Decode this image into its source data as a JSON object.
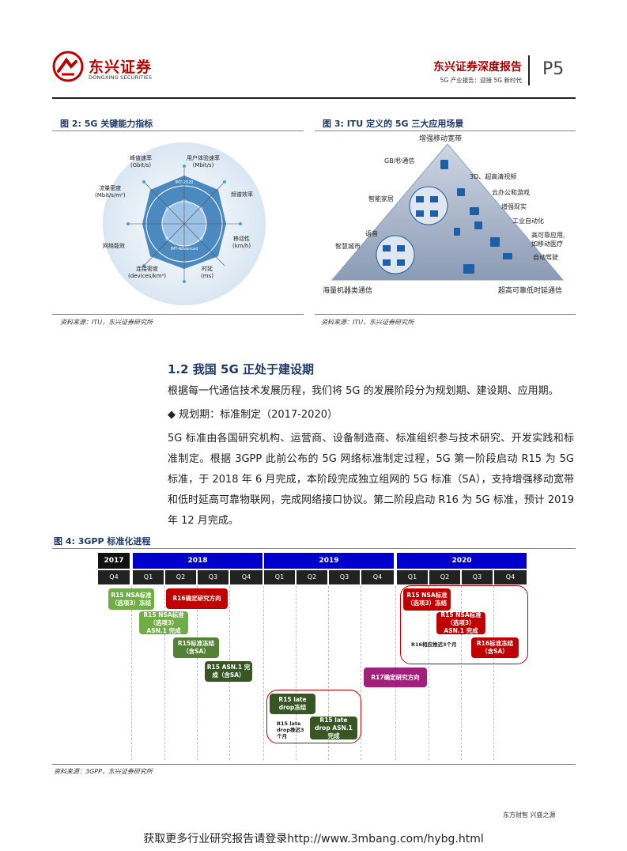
{
  "header": {
    "brand_name": "东兴证券",
    "brand_sub": "DONGXING SECURITIES",
    "report_title": "东兴证券深度报告",
    "report_subtitle": "5G 产业报告：迎接 5G 新时代",
    "page_number": "P5",
    "brand_color": "#c00000"
  },
  "fig2": {
    "title": "图 2: 5G 关键能力指标",
    "axes": [
      "峰值速率\n(Gbit/s)",
      "用户体验速率\n(Mbit/s)",
      "频谱效率",
      "移动性\n(km/h)",
      "时延\n(ms)",
      "连接密度\n(devices/km²)",
      "网络能效",
      "流量密度\n(Mbit/s/m²)"
    ],
    "ring_labels": [
      "IMT-2020",
      "IMT-Advanced"
    ],
    "source": "资料来源：ITU，东兴证券研究所"
  },
  "fig3": {
    "title": "图 3: ITU 定义的 5G 三大应用场景",
    "top": "增强移动宽带",
    "bottom_left": "海量机器类通信",
    "bottom_right": "超高可靠低时延通信",
    "labels": [
      "GB/秒通信",
      "3D、超高清视频",
      "云办公和游戏",
      "智能家居",
      "增强现实",
      "工业自动化",
      "语音",
      "高可靠应用,\n如移动医疗",
      "智慧城市",
      "自动驾驶"
    ],
    "source": "资料来源：ITU，东兴证券研究所"
  },
  "section": {
    "title": "1.2 我国 5G 正处于建设期",
    "intro": "根据每一代通信技术发展历程，我们将 5G 的发展阶段分为规划期、建设期、应用期。",
    "bullet": "◆ 规划期：标准制定（2017-2020）",
    "body": "5G 标准由各国研究机构、运营商、设备制造商、标准组织参与技术研究、开发实践和标准制定。根据 3GPP 此前公布的 5G 网络标准制定过程，5G 第一阶段启动 R15 为 5G 标准，于 2018 年 6 月完成，本阶段完成独立组网的 5G 标准（SA），支持增强移动宽带和低时延高可靠物联网，完成网络接口协议。第二阶段启动 R16 为 5G 标准，预计 2019 年 12 月完成。"
  },
  "fig4": {
    "title": "图 4: 3GPP 标准化进程",
    "years": [
      "2017",
      "2018",
      "2019",
      "2020"
    ],
    "quarters": [
      "Q4",
      "Q1",
      "Q2",
      "Q3",
      "Q4",
      "Q1",
      "Q2",
      "Q3",
      "Q4",
      "Q1",
      "Q2",
      "Q3",
      "Q4"
    ],
    "boxes": {
      "r15_nsa_freeze": "R15 NSA标准（选项3）冻结",
      "r16_confirm": "R16确定研究方向",
      "r15_nsa_asn": "R15 NSA标准（选项3）ASN.1 完成",
      "r15_std_freeze": "R15标准冻结（含SA）",
      "r15_asn_done": "R15 ASN.1 完成（含SA）",
      "r17_confirm": "R17确定研究方向",
      "r15_late_freeze": "R15 late drop冻结",
      "r15_late_asn": "R15 late drop ASN.1 完成",
      "late_note": "R15 late drop推迟3个月",
      "r16_nsa_freeze": "R15 NSA标准（选项3）冻结",
      "r16_nsa_asn": "R15 NSA标准（选项3）ASN.1 完成",
      "r16_delay_note": "R16相应推迟3个月",
      "r16_std_freeze": "R16标准冻结（含SA）"
    },
    "source": "资料来源：3GPP，东兴证券研究所"
  },
  "footer": {
    "slogan": "东方财智 兴盛之源",
    "promo": "获取更多行业研究报告请登录http://www.3mbang.com/hybg.html"
  }
}
